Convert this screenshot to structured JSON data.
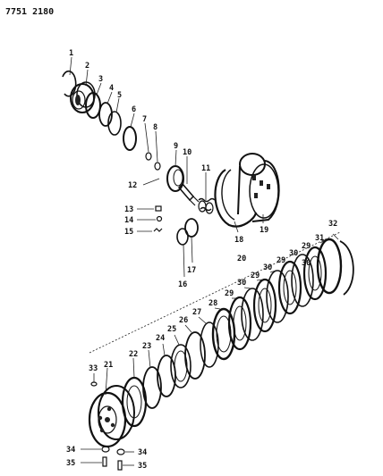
{
  "header": {
    "code": "7751 2180"
  },
  "labels": [
    {
      "id": "l1",
      "text": "1"
    },
    {
      "id": "l2",
      "text": "2"
    },
    {
      "id": "l3",
      "text": "3"
    },
    {
      "id": "l4",
      "text": "4"
    },
    {
      "id": "l5",
      "text": "5"
    },
    {
      "id": "l6",
      "text": "6"
    },
    {
      "id": "l7",
      "text": "7"
    },
    {
      "id": "l8",
      "text": "8"
    },
    {
      "id": "l9",
      "text": "9"
    },
    {
      "id": "l10",
      "text": "10"
    },
    {
      "id": "l11",
      "text": "11"
    },
    {
      "id": "l12",
      "text": "12"
    },
    {
      "id": "l13",
      "text": "13"
    },
    {
      "id": "l14",
      "text": "14"
    },
    {
      "id": "l15",
      "text": "15"
    },
    {
      "id": "l16",
      "text": "16"
    },
    {
      "id": "l17",
      "text": "17"
    },
    {
      "id": "l18",
      "text": "18"
    },
    {
      "id": "l19",
      "text": "19"
    },
    {
      "id": "l20",
      "text": "20"
    },
    {
      "id": "l21",
      "text": "21"
    },
    {
      "id": "l22",
      "text": "22"
    },
    {
      "id": "l23",
      "text": "23"
    },
    {
      "id": "l24",
      "text": "24"
    },
    {
      "id": "l25",
      "text": "25"
    },
    {
      "id": "l26",
      "text": "26"
    },
    {
      "id": "l27",
      "text": "27"
    },
    {
      "id": "l28",
      "text": "28"
    },
    {
      "id": "l29a",
      "text": "29"
    },
    {
      "id": "l30a",
      "text": "30"
    },
    {
      "id": "l29b",
      "text": "29"
    },
    {
      "id": "l30b",
      "text": "30"
    },
    {
      "id": "l29c",
      "text": "29"
    },
    {
      "id": "l30c",
      "text": "30"
    },
    {
      "id": "l29d",
      "text": "29"
    },
    {
      "id": "l30d",
      "text": "30"
    },
    {
      "id": "l31",
      "text": "31"
    },
    {
      "id": "l32",
      "text": "32"
    },
    {
      "id": "l33",
      "text": "33"
    },
    {
      "id": "l34a",
      "text": "34"
    },
    {
      "id": "l34b",
      "text": "34"
    },
    {
      "id": "l35a",
      "text": "35"
    },
    {
      "id": "l35b",
      "text": "35"
    }
  ]
}
